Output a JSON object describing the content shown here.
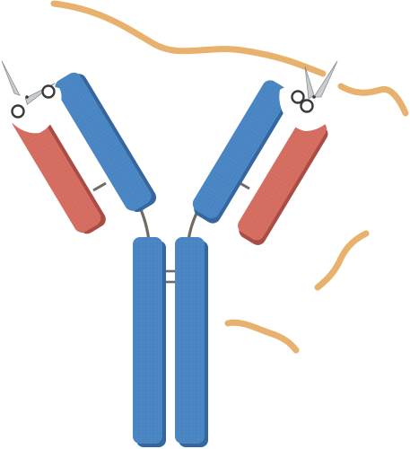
{
  "colors": {
    "background": "#ffffff",
    "heavy_chain": "#4a86c4",
    "heavy_chain_shadow": "#34679e",
    "light_chain": "#d56d61",
    "light_chain_shadow": "#a94c44",
    "peptide_fragment": "#e8b26e",
    "linker": "#6f6a63",
    "scissors_blade": "#c9ccd0",
    "scissors_handle": "#3a3a3a"
  },
  "icons": {
    "left_cutter": "scissors-icon",
    "right_cutter": "scissors-icon"
  },
  "components": {
    "heavy_chains": 2,
    "light_chains": 2,
    "peptide_fragments": 4,
    "scissors": 2
  }
}
